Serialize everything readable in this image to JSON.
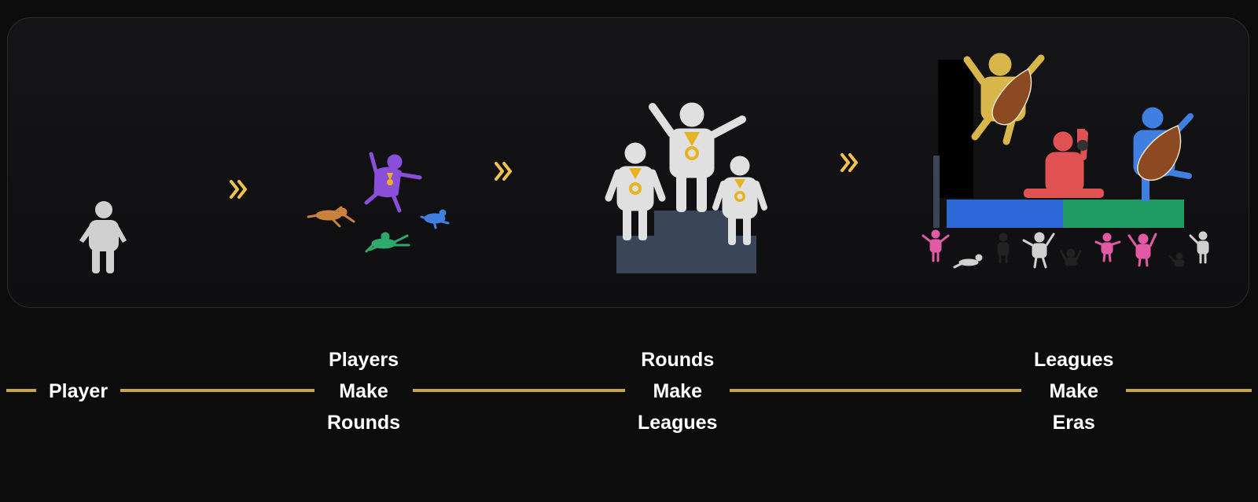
{
  "stages": [
    {
      "id": "player",
      "lines": [
        "Player"
      ]
    },
    {
      "id": "players-make-rounds",
      "lines": [
        "Players",
        "Make",
        "Rounds"
      ]
    },
    {
      "id": "rounds-make-leagues",
      "lines": [
        "Rounds",
        "Make",
        "Leagues"
      ]
    },
    {
      "id": "leagues-make-eras",
      "lines": [
        "Leagues",
        "Make",
        "Eras"
      ]
    }
  ],
  "colors": {
    "accent": "#c9a44a",
    "arrow": "#f2c14e",
    "figure_gray": "#d0d0d0",
    "medal": "#e6b422",
    "podium": "#3a4658",
    "purple": "#8a4fd8",
    "orange": "#c9823c",
    "green": "#2fa86b",
    "blue": "#3f7fe0",
    "red": "#e05252",
    "pink": "#e25aa6",
    "gold": "#d9b64a",
    "guitar": "#8b4a22",
    "stage_blue": "#2d68d8",
    "stage_green": "#1f9a63"
  },
  "icons": [
    "player-icon",
    "scattered-players-icon",
    "podium-icon",
    "concert-stage-icon",
    "chevron-double-right-icon"
  ]
}
